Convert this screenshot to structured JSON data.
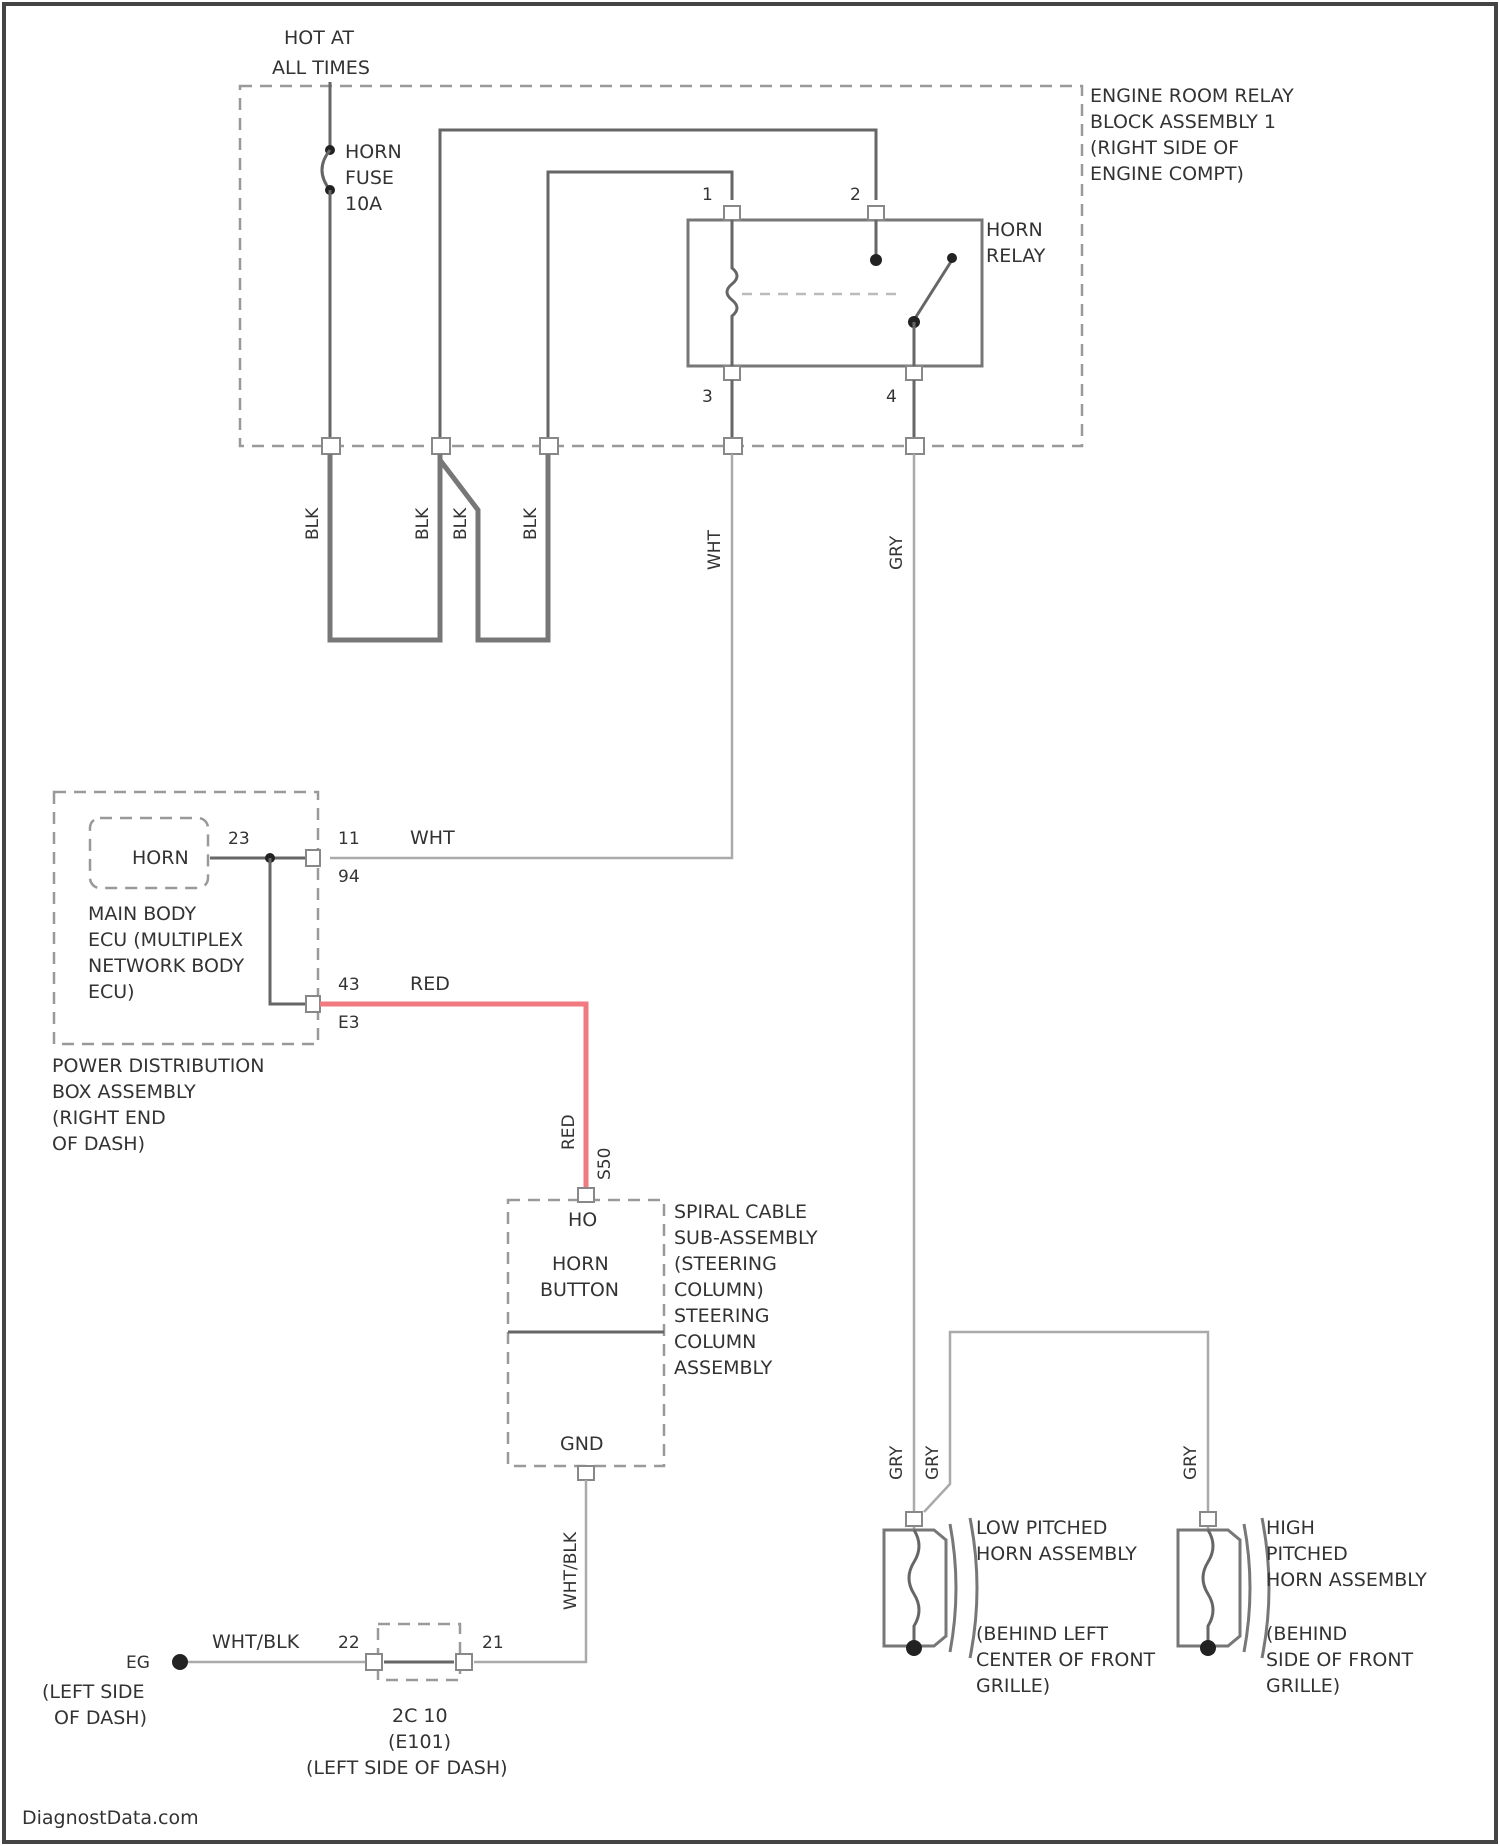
{
  "colors": {
    "wire": "#666666",
    "highlight": "#f07a80",
    "text": "#333333",
    "border": "#999999"
  },
  "top_source": {
    "line1": "HOT AT",
    "line2": "ALL TIMES"
  },
  "horn_fuse": {
    "line1": "HORN",
    "line2": "FUSE",
    "line3": "10A"
  },
  "engine_relay_block": {
    "line1": "ENGINE ROOM RELAY",
    "line2": "BLOCK ASSEMBLY 1",
    "line3": "(RIGHT SIDE OF",
    "line4": "ENGINE COMPT)"
  },
  "horn_relay": {
    "line1": "HORN",
    "line2": "RELAY",
    "pin_tl": "1",
    "pin_tr": "2",
    "pin_bl": "3",
    "pin_br": "4"
  },
  "wire_labels": {
    "blk1": "BLK",
    "blk2": "BLK",
    "blk3": "BLK",
    "blk4": "BLK",
    "wht_v": "WHT",
    "gry_v": "GRY",
    "wht_h": "WHT",
    "red_h": "RED",
    "red_v": "RED",
    "wht_blk_v": "WHT/BLK",
    "wht_blk_h": "WHT/BLK",
    "gry_low1": "GRY",
    "gry_low2": "GRY",
    "gry_high": "GRY"
  },
  "ecu": {
    "horn_label": "HORN",
    "pin_23": "23",
    "line1": "MAIN BODY",
    "line2": "ECU (MULTIPLEX",
    "line3": "NETWORK BODY",
    "line4": "ECU)",
    "pin_11": "11",
    "conn_94": "94",
    "pin_43": "43",
    "conn_e3": "E3"
  },
  "pdb": {
    "line1": "POWER DISTRIBUTION",
    "line2": "BOX ASSEMBLY",
    "line3": "(RIGHT END",
    "line4": "OF DASH)"
  },
  "spiral": {
    "conn": "S50",
    "pin_ho": "HO",
    "button1": "HORN",
    "button2": "BUTTON",
    "gnd": "GND",
    "line1": "SPIRAL CABLE",
    "line2": "SUB-ASSEMBLY",
    "line3": "(STEERING",
    "line4": "COLUMN)",
    "line5": "STEERING",
    "line6": "COLUMN",
    "line7": "ASSEMBLY"
  },
  "ground": {
    "id": "EG",
    "line1": "(LEFT SIDE",
    "line2": "OF DASH)"
  },
  "junction": {
    "pin_22": "22",
    "pin_21": "21",
    "line1": "2C 10",
    "line2": "(E101)",
    "line3": "(LEFT SIDE OF DASH)"
  },
  "low_horn": {
    "line1": "LOW PITCHED",
    "line2": "HORN ASSEMBLY",
    "line3": "(BEHIND LEFT",
    "line4": "CENTER OF FRONT",
    "line5": "GRILLE)"
  },
  "high_horn": {
    "line1": "HIGH",
    "line2": "PITCHED",
    "line3": "HORN ASSEMBLY",
    "line4": "(BEHIND",
    "line5": "SIDE OF FRONT",
    "line6": "GRILLE)"
  },
  "watermark": "DiagnostData.com"
}
